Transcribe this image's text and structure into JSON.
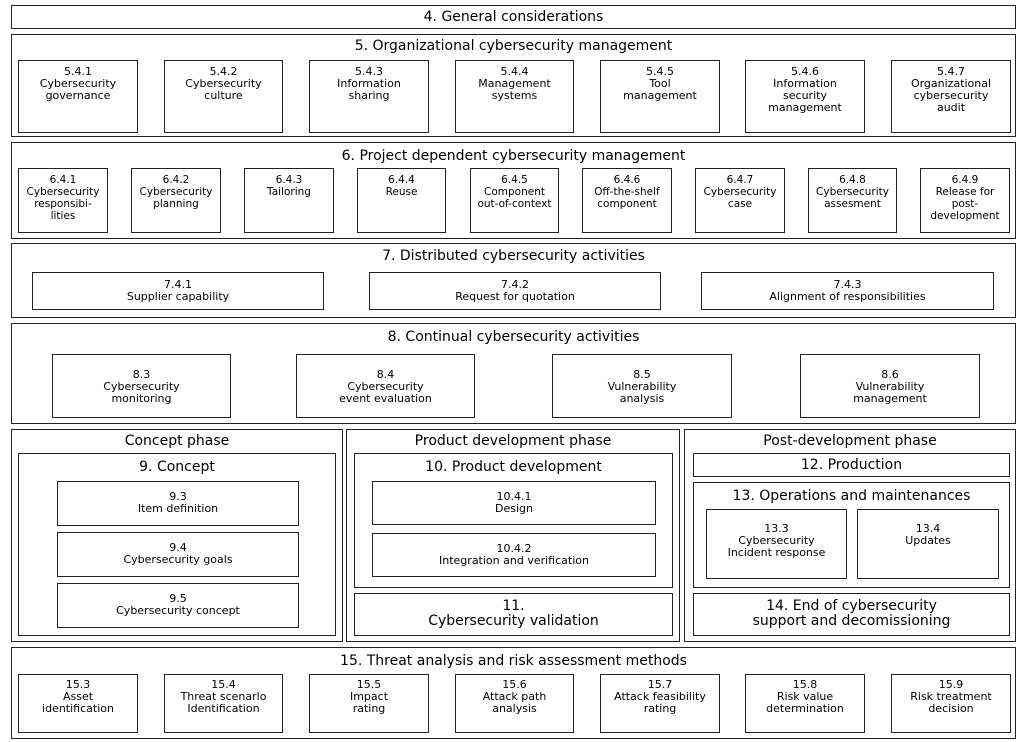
{
  "general": {
    "title": "4. General considerations"
  },
  "org": {
    "title": "5. Organizational cybersecurity management",
    "items": [
      {
        "code": "5.4.1",
        "label": "Cybersecurity\ngovernance"
      },
      {
        "code": "5.4.2",
        "label": "Cybersecurity\nculture"
      },
      {
        "code": "5.4.3",
        "label": "Information\nsharing"
      },
      {
        "code": "5.4.4",
        "label": "Management\nsystems"
      },
      {
        "code": "5.4.5",
        "label": "Tool\nmanagement"
      },
      {
        "code": "5.4.6",
        "label": "Information\nsecurity\nmanagement"
      },
      {
        "code": "5.4.7",
        "label": "Organizational\ncybersecurity\naudit"
      }
    ]
  },
  "project": {
    "title": "6. Project dependent cybersecurity management",
    "items": [
      {
        "code": "6.4.1",
        "label": "Cybersecurity\nresponsibi-\nlities"
      },
      {
        "code": "6.4.2",
        "label": "Cybersecurity\nplanning"
      },
      {
        "code": "6.4.3",
        "label": "Tailoring"
      },
      {
        "code": "6.4.4",
        "label": "Reuse"
      },
      {
        "code": "6.4.5",
        "label": "Component\nout-of-context"
      },
      {
        "code": "6.4.6",
        "label": "Off-the-shelf\ncomponent"
      },
      {
        "code": "6.4.7",
        "label": "Cybersecurity\ncase"
      },
      {
        "code": "6.4.8",
        "label": "Cybersecurity\nassesment"
      },
      {
        "code": "6.4.9",
        "label": "Release for\npost-\ndevelopment"
      }
    ]
  },
  "distributed": {
    "title": "7. Distributed cybersecurity activities",
    "items": [
      {
        "code": "7.4.1",
        "label": "Supplier capability"
      },
      {
        "code": "7.4.2",
        "label": "Request for quotation"
      },
      {
        "code": "7.4.3",
        "label": "Alignment of responsibilities"
      }
    ]
  },
  "continual": {
    "title": "8. Continual cybersecurity activities",
    "items": [
      {
        "code": "8.3",
        "label": "Cybersecurity\nmonitoring"
      },
      {
        "code": "8.4",
        "label": "Cybersecurity\nevent evaluation"
      },
      {
        "code": "8.5",
        "label": "Vulnerability\nanalysis"
      },
      {
        "code": "8.6",
        "label": "Vulnerability\nmanagement"
      }
    ]
  },
  "concept_phase": {
    "title": "Concept phase",
    "concept": {
      "title": "9. Concept",
      "items": [
        {
          "code": "9.3",
          "label": "Item definition"
        },
        {
          "code": "9.4",
          "label": "Cybersecurity goals"
        },
        {
          "code": "9.5",
          "label": "Cybersecurity concept"
        }
      ]
    }
  },
  "product_phase": {
    "title": "Product development phase",
    "development": {
      "title": "10. Product development",
      "items": [
        {
          "code": "10.4.1",
          "label": "Design"
        },
        {
          "code": "10.4.2",
          "label": "Integration and verification"
        }
      ]
    },
    "validation": {
      "title": "11.\nCybersecurity validation"
    }
  },
  "post_phase": {
    "title": "Post-development phase",
    "production": {
      "title": "12. Production"
    },
    "operations": {
      "title": "13. Operations and maintenances",
      "items": [
        {
          "code": "13.3",
          "label": "Cybersecurity\nIncident response"
        },
        {
          "code": "13.4",
          "label": "Updates"
        }
      ]
    },
    "end_of_support": {
      "title": "14. End of cybersecurity\nsupport and decomissioning"
    }
  },
  "tara": {
    "title": "15. Threat analysis and risk assessment methods",
    "items": [
      {
        "code": "15.3",
        "label": "Asset\nidentification"
      },
      {
        "code": "15.4",
        "label": "Threat scenarlo\nIdentification"
      },
      {
        "code": "15.5",
        "label": "Impact\nrating"
      },
      {
        "code": "15.6",
        "label": "Attack path\nanalysis"
      },
      {
        "code": "15.7",
        "label": "Attack feasibility\nrating"
      },
      {
        "code": "15.8",
        "label": "Risk value\ndetermination"
      },
      {
        "code": "15.9",
        "label": "Risk treatment\ndecision"
      }
    ]
  }
}
